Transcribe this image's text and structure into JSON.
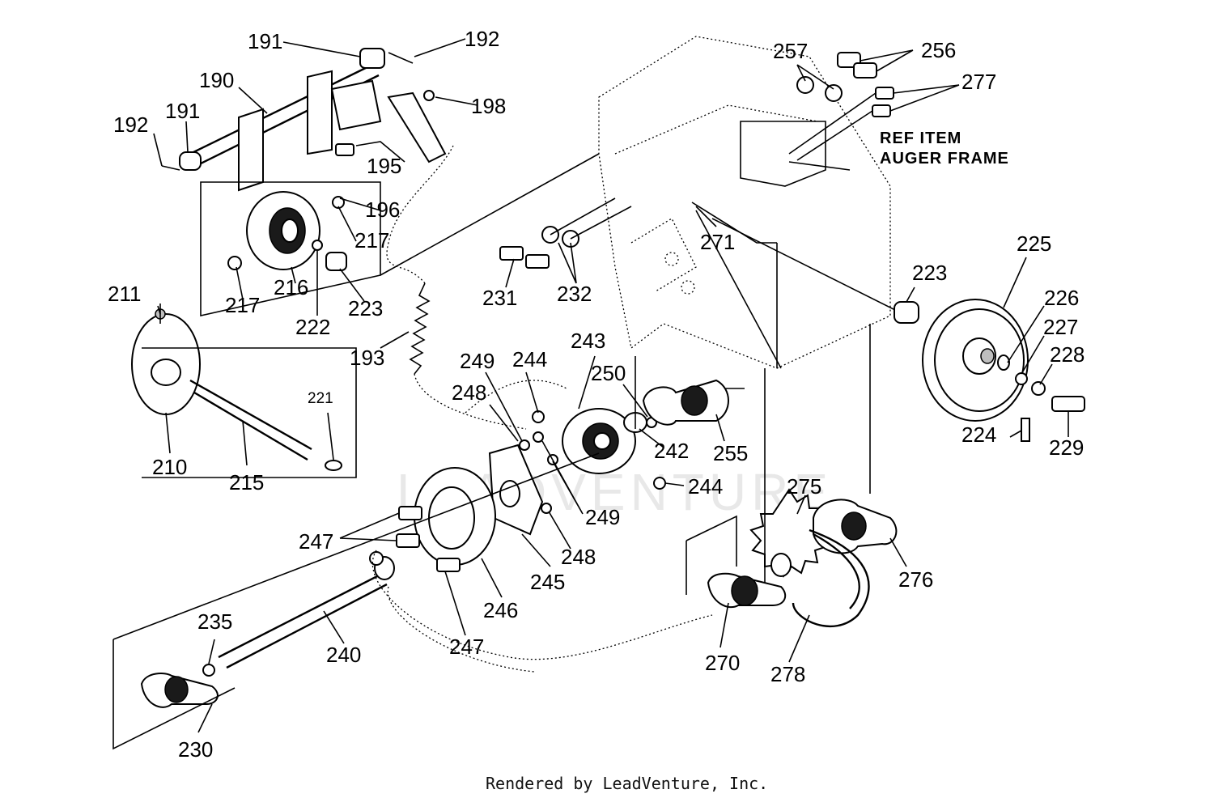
{
  "diagram": {
    "reference_note": [
      "REF ITEM",
      "AUGER FRAME"
    ],
    "footer": "Rendered by LeadVenture, Inc.",
    "watermark": "LEADVENTURE",
    "callouts": [
      {
        "id": "c191a",
        "text": "191"
      },
      {
        "id": "c192a",
        "text": "192"
      },
      {
        "id": "c190",
        "text": "190"
      },
      {
        "id": "c191b",
        "text": "191"
      },
      {
        "id": "c192b",
        "text": "192"
      },
      {
        "id": "c198",
        "text": "198"
      },
      {
        "id": "c195",
        "text": "195"
      },
      {
        "id": "c196",
        "text": "196"
      },
      {
        "id": "c217a",
        "text": "217"
      },
      {
        "id": "c217b",
        "text": "217"
      },
      {
        "id": "c216",
        "text": "216"
      },
      {
        "id": "c222",
        "text": "222"
      },
      {
        "id": "c223a",
        "text": "223"
      },
      {
        "id": "c211",
        "text": "211"
      },
      {
        "id": "c221",
        "text": "221"
      },
      {
        "id": "c210",
        "text": "210"
      },
      {
        "id": "c215",
        "text": "215"
      },
      {
        "id": "c193",
        "text": "193"
      },
      {
        "id": "c231",
        "text": "231"
      },
      {
        "id": "c232",
        "text": "232"
      },
      {
        "id": "c257",
        "text": "257"
      },
      {
        "id": "c256",
        "text": "256"
      },
      {
        "id": "c277",
        "text": "277"
      },
      {
        "id": "c271",
        "text": "271"
      },
      {
        "id": "c225",
        "text": "225"
      },
      {
        "id": "c223b",
        "text": "223"
      },
      {
        "id": "c226",
        "text": "226"
      },
      {
        "id": "c227",
        "text": "227"
      },
      {
        "id": "c228",
        "text": "228"
      },
      {
        "id": "c224",
        "text": "224"
      },
      {
        "id": "c229",
        "text": "229"
      },
      {
        "id": "c243",
        "text": "243"
      },
      {
        "id": "c249a",
        "text": "249"
      },
      {
        "id": "c244a",
        "text": "244"
      },
      {
        "id": "c248a",
        "text": "248"
      },
      {
        "id": "c250",
        "text": "250"
      },
      {
        "id": "c242",
        "text": "242"
      },
      {
        "id": "c255",
        "text": "255"
      },
      {
        "id": "c244b",
        "text": "244"
      },
      {
        "id": "c249b",
        "text": "249"
      },
      {
        "id": "c248b",
        "text": "248"
      },
      {
        "id": "c245",
        "text": "245"
      },
      {
        "id": "c246",
        "text": "246"
      },
      {
        "id": "c247a",
        "text": "247"
      },
      {
        "id": "c247b",
        "text": "247"
      },
      {
        "id": "c275",
        "text": "275"
      },
      {
        "id": "c276",
        "text": "276"
      },
      {
        "id": "c270",
        "text": "270"
      },
      {
        "id": "c278",
        "text": "278"
      },
      {
        "id": "c235",
        "text": "235"
      },
      {
        "id": "c240",
        "text": "240"
      },
      {
        "id": "c230",
        "text": "230"
      }
    ]
  }
}
